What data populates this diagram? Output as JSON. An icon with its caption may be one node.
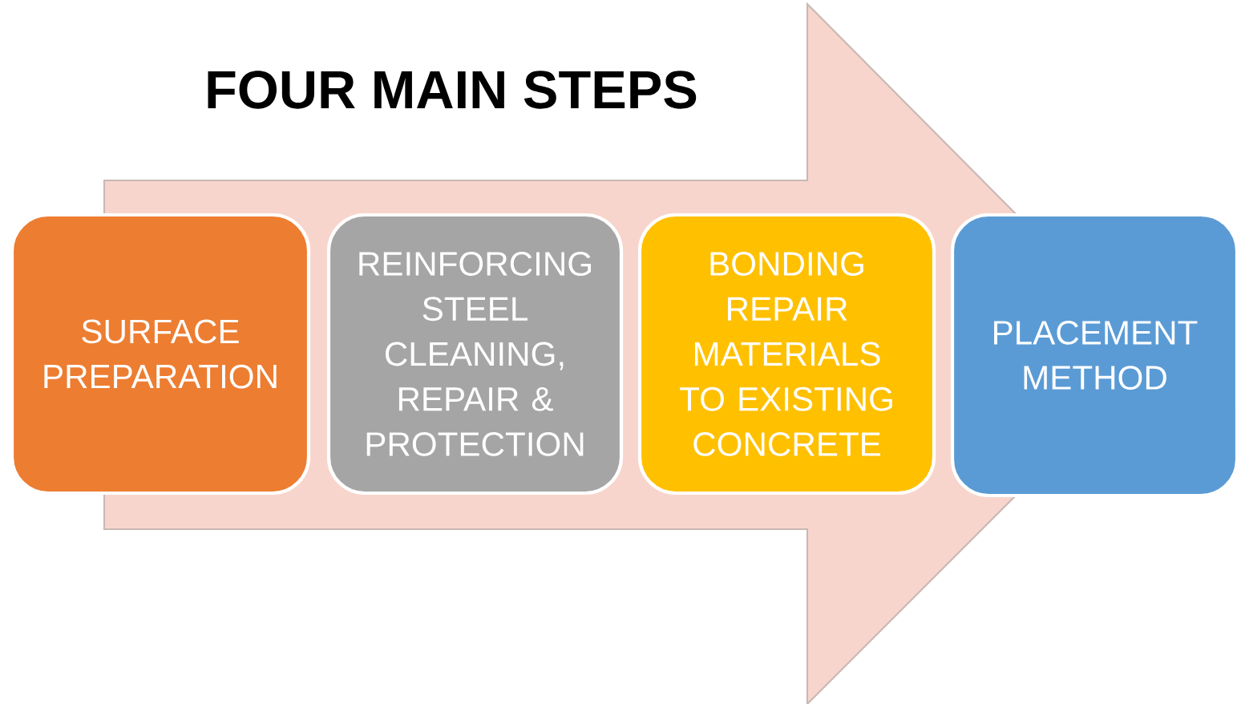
{
  "diagram": {
    "title": "FOUR MAIN STEPS",
    "nodes": [
      {
        "text": [
          "SURFACE PREPARATION"
        ]
      },
      {
        "text": [
          "REINFORCING STEEL CLEANING, REPAIR & PROTECTION"
        ]
      },
      {
        "text": [
          "BONDING REPAIR MATERIALS TO EXISTING CONCRETE"
        ]
      },
      {
        "text": [
          "PLACEMENT METHOD"
        ]
      }
    ],
    "edges": [
      {
        "from": 0,
        "to": 3,
        "arrow": "to"
      }
    ]
  }
}
